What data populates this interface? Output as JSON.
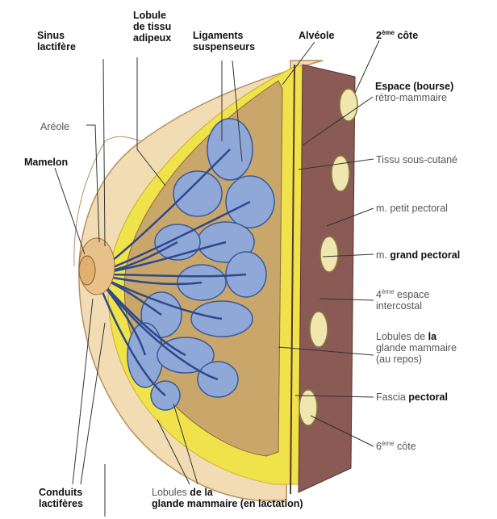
{
  "labels": {
    "sinus": {
      "line1": "Sinus",
      "line2": "lactifère"
    },
    "lobule": {
      "line1": "Lobule",
      "line2": "de tissu",
      "line3": "adipeux"
    },
    "ligaments": {
      "line1": "Ligaments",
      "line2": "suspenseurs"
    },
    "alveole": "Alvéole",
    "cote2": {
      "num": "2",
      "sup": "ème",
      "text": " côte"
    },
    "areole": "Aréole",
    "espace_bourse": {
      "line1": "Espace (bourse)",
      "line2": "rétro-mammaire"
    },
    "mamelon": "Mamelon",
    "tissu_sous_cutane": "Tissu sous-cutané",
    "petit_pectoral": "m. petit pectoral",
    "grand_pectoral": {
      "prefix": "m. ",
      "bold": "grand pectoral"
    },
    "espace4": {
      "num": "4",
      "sup": "ème",
      "text": " espace",
      "line2": "intercostal"
    },
    "lobules_repos": {
      "line1a": "Lobules de ",
      "line1b": "la",
      "line2": "glande mammaire",
      "line3": "(au repos)"
    },
    "fascia": {
      "prefix": "Fascia ",
      "bold": "pectoral"
    },
    "cote6": {
      "num": "6",
      "sup": "ème",
      "text": " côte"
    },
    "conduits": {
      "line1": "Conduits",
      "line2": "lactifères"
    },
    "lobules_lactation": {
      "line1a": "Lobules ",
      "line1b": "de la",
      "line2": "glande mammaire (en lactation)"
    }
  },
  "colors": {
    "skin": "#f2dcb4",
    "fat": "#f0e24a",
    "gland": "#8fa8d8",
    "muscle": "#8a5a55",
    "duct": "#2e4a8a",
    "rib": "#efe6b0"
  }
}
